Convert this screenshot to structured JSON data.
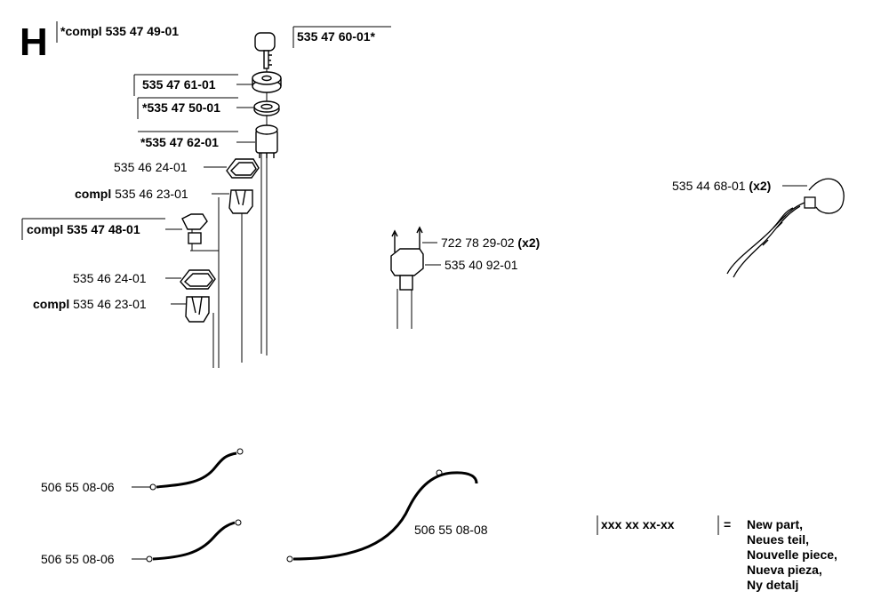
{
  "section_letter": "H",
  "parts": {
    "kit_top": "*compl 535 47 49-01",
    "key": "535 47 60-01*",
    "nut": "535 47 61-01",
    "washer": "*535 47 50-01",
    "ignition_switch": "*535 47 62-01",
    "cover_1": "535 46 24-01",
    "switch_1_prefix": "compl",
    "switch_1_number": "535 46 23-01",
    "kit_mid": "compl 535 47 48-01",
    "cover_2": "535 46 24-01",
    "switch_2_prefix": "compl",
    "switch_2_number": "535 46 23-01",
    "terminal_number": "722 78 29-02",
    "terminal_qty": "(x2)",
    "relay": "535 40 92-01",
    "harness_number": "535 44 68-01",
    "harness_qty": "(x2)",
    "cable_a": "506 55 08-06",
    "cable_b": "506 55 08-06",
    "cable_c": "506 55 08-08"
  },
  "legend": {
    "code": "xxx xx xx-xx",
    "equals": "=",
    "lines": [
      "New part,",
      "Neues teil,",
      "Nouvelle piece,",
      "Nueva pieza,",
      "Ny detalj"
    ]
  }
}
